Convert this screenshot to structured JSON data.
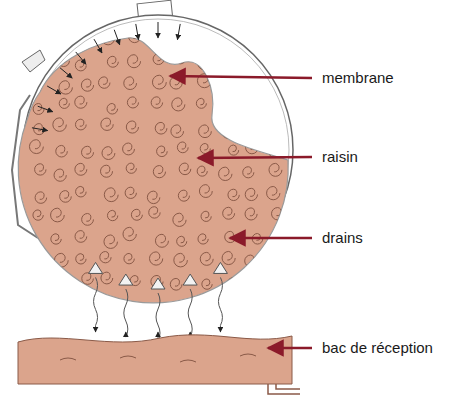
{
  "diagram": {
    "labels": [
      "membrane",
      "raisin",
      "drains",
      "bac de réception"
    ]
  }
}
